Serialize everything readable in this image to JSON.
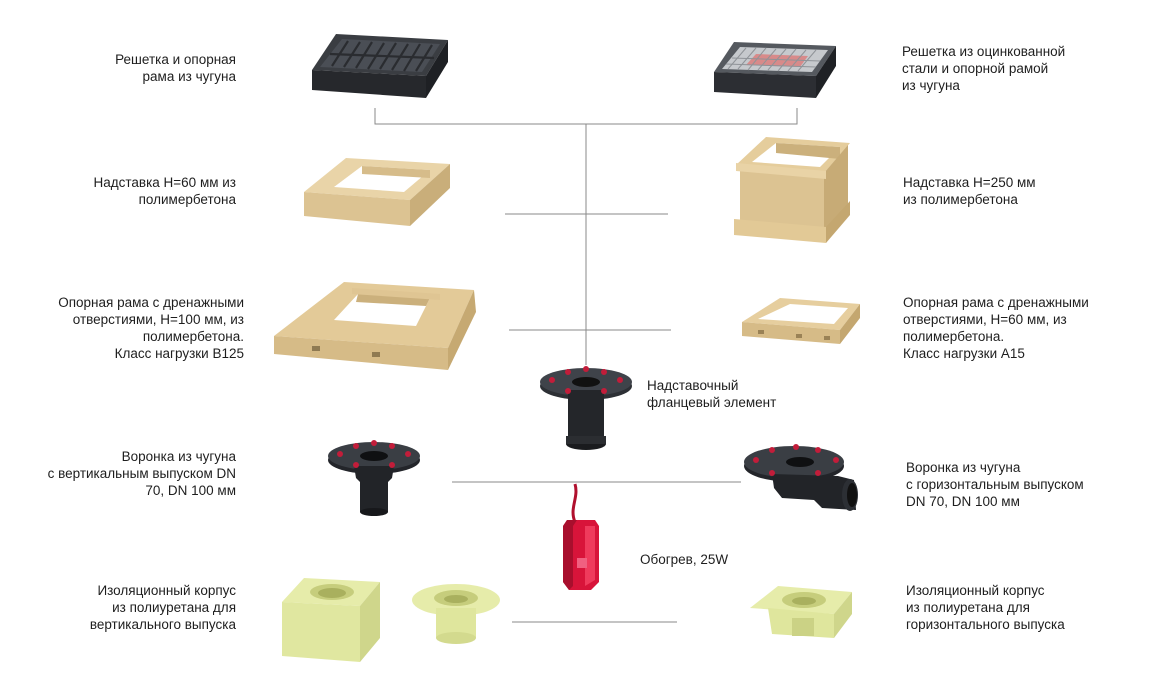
{
  "labels": {
    "grate_cast_iron": [
      "Решетка и опорная",
      "рама из чугуна"
    ],
    "grate_galvanized": [
      "Решетка из оцинкованной",
      "стали и опорной рамой",
      "из чугуна"
    ],
    "extension_60": [
      "Надставка Н=60 мм из",
      "полимербетона"
    ],
    "extension_250": [
      "Надставка Н=250 мм",
      "из полимербетона"
    ],
    "frame_b125": [
      "Опорная рама с дренажными",
      "отверстиями, Н=100 мм, из",
      "полимербетона.",
      "Класс нагрузки В125"
    ],
    "frame_a15": [
      "Опорная рама с дренажными",
      "отверстиями, Н=60 мм, из",
      "полимербетона.",
      "Класс нагрузки А15"
    ],
    "flange_element": [
      "Надставочный",
      "фланцевый элемент"
    ],
    "funnel_vertical": [
      "Воронка из чугуна",
      "с вертикальным выпуском DN",
      "70, DN 100 мм"
    ],
    "funnel_horizontal": [
      "Воронка из чугуна",
      "с горизонтальным выпуском",
      "DN 70, DN 100 мм"
    ],
    "heating": [
      "Обогрев, 25W"
    ],
    "insulation_vertical": [
      "Изоляционный корпус",
      "из полиуретана для",
      "вертикального выпуска"
    ],
    "insulation_horizontal": [
      "Изоляционный корпус",
      "из полиуретана для",
      "горизонтального выпуска"
    ]
  },
  "colors": {
    "line": "#8a8a8a",
    "polymer_concrete": "#e2cc9f",
    "polymer_concrete_dark": "#c9ae7a",
    "cast_iron": "#3a3d42",
    "cast_iron_dark": "#1e2024",
    "galvanized": "#b9bcc0",
    "red_grate": "#c0392b",
    "polyurethane": "#e6ecaa",
    "polyurethane_dark": "#cfd68b",
    "heater_red": "#d8143a",
    "bolt_red": "#c21d3a"
  }
}
